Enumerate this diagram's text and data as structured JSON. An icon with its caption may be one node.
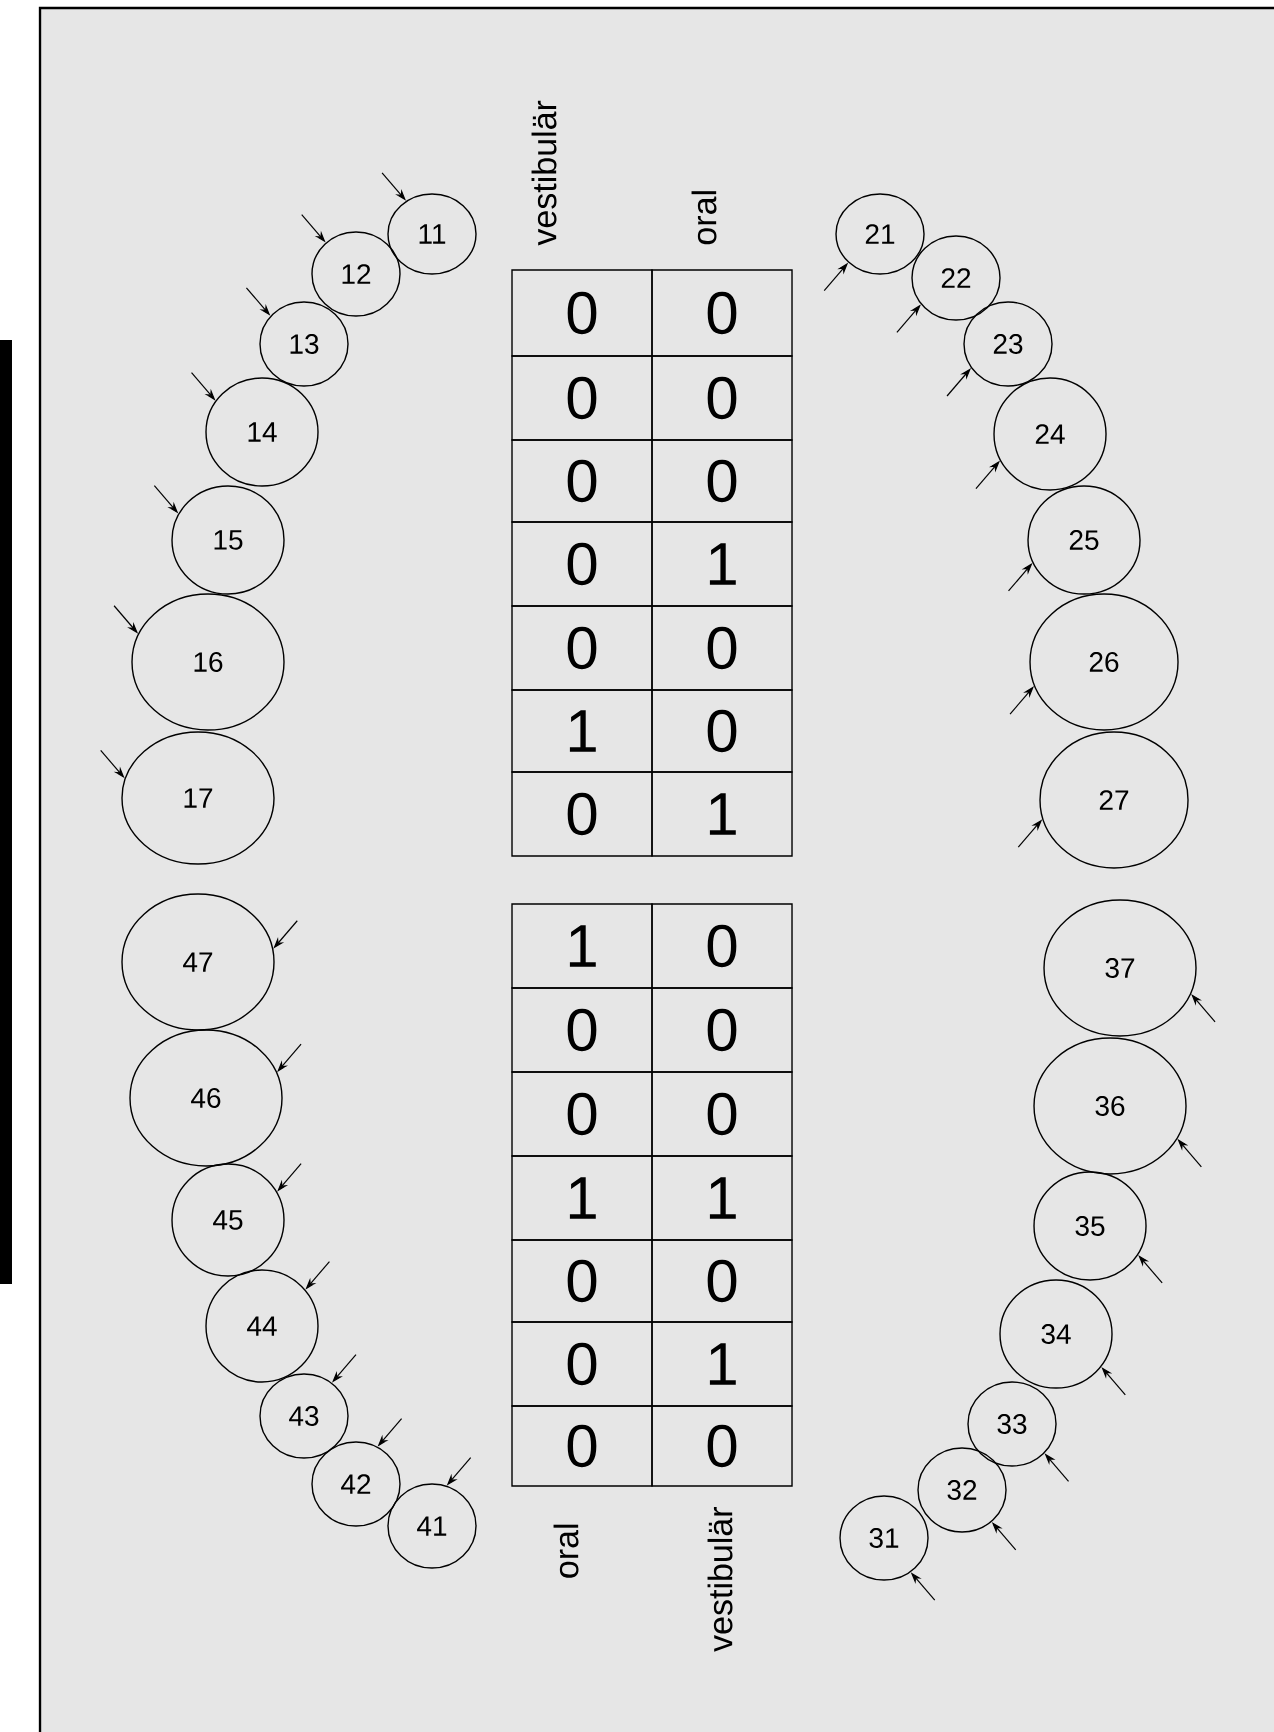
{
  "diagram": {
    "nodes": [
      {
        "text": [
          "11"
        ]
      },
      {
        "text": [
          "12"
        ]
      },
      {
        "text": [
          "13"
        ]
      },
      {
        "text": [
          "14"
        ]
      },
      {
        "text": [
          "15"
        ]
      },
      {
        "text": [
          "16"
        ]
      },
      {
        "text": [
          "17"
        ]
      },
      {
        "text": [
          "21"
        ]
      },
      {
        "text": [
          "22"
        ]
      },
      {
        "text": [
          "23"
        ]
      },
      {
        "text": [
          "24"
        ]
      },
      {
        "text": [
          "25"
        ]
      },
      {
        "text": [
          "26"
        ]
      },
      {
        "text": [
          "27"
        ]
      },
      {
        "text": [
          "31"
        ]
      },
      {
        "text": [
          "32"
        ]
      },
      {
        "text": [
          "33"
        ]
      },
      {
        "text": [
          "34"
        ]
      },
      {
        "text": [
          "35"
        ]
      },
      {
        "text": [
          "36"
        ]
      },
      {
        "text": [
          "37"
        ]
      },
      {
        "text": [
          "41"
        ]
      },
      {
        "text": [
          "42"
        ]
      },
      {
        "text": [
          "43"
        ]
      },
      {
        "text": [
          "44"
        ]
      },
      {
        "text": [
          "45"
        ]
      },
      {
        "text": [
          "46"
        ]
      },
      {
        "text": [
          "47"
        ]
      }
    ],
    "edges": [
      {
        "from": null,
        "to": 0,
        "arrow": "to"
      },
      {
        "from": null,
        "to": 1,
        "arrow": "to"
      },
      {
        "from": null,
        "to": 2,
        "arrow": "to"
      },
      {
        "from": null,
        "to": 3,
        "arrow": "to"
      },
      {
        "from": null,
        "to": 4,
        "arrow": "to"
      },
      {
        "from": null,
        "to": 5,
        "arrow": "to"
      },
      {
        "from": null,
        "to": 6,
        "arrow": "to"
      },
      {
        "from": null,
        "to": 7,
        "arrow": "to"
      },
      {
        "from": null,
        "to": 8,
        "arrow": "to"
      },
      {
        "from": null,
        "to": 9,
        "arrow": "to"
      },
      {
        "from": null,
        "to": 10,
        "arrow": "to"
      },
      {
        "from": null,
        "to": 11,
        "arrow": "to"
      },
      {
        "from": null,
        "to": 12,
        "arrow": "to"
      },
      {
        "from": null,
        "to": 13,
        "arrow": "to"
      },
      {
        "from": null,
        "to": 14,
        "arrow": "to"
      },
      {
        "from": null,
        "to": 15,
        "arrow": "to"
      },
      {
        "from": null,
        "to": 16,
        "arrow": "to"
      },
      {
        "from": null,
        "to": 17,
        "arrow": "to"
      },
      {
        "from": null,
        "to": 18,
        "arrow": "to"
      },
      {
        "from": null,
        "to": 19,
        "arrow": "to"
      },
      {
        "from": null,
        "to": 20,
        "arrow": "to"
      },
      {
        "from": null,
        "to": 21,
        "arrow": "to"
      },
      {
        "from": null,
        "to": 22,
        "arrow": "to"
      },
      {
        "from": null,
        "to": 23,
        "arrow": "to"
      },
      {
        "from": null,
        "to": 24,
        "arrow": "to"
      },
      {
        "from": null,
        "to": 25,
        "arrow": "to"
      },
      {
        "from": null,
        "to": 26,
        "arrow": "to"
      },
      {
        "from": null,
        "to": 27,
        "arrow": "to"
      }
    ],
    "labels": [
      "vestibulär",
      "oral",
      "0",
      "0",
      "0",
      "0",
      "0",
      "0",
      "0",
      "1",
      "0",
      "0",
      "1",
      "0",
      "0",
      "1",
      "1",
      "0",
      "0",
      "0",
      "0",
      "0",
      "1",
      "1",
      "0",
      "0",
      "0",
      "1",
      "0",
      "0",
      "oral",
      "vestibulär"
    ]
  }
}
